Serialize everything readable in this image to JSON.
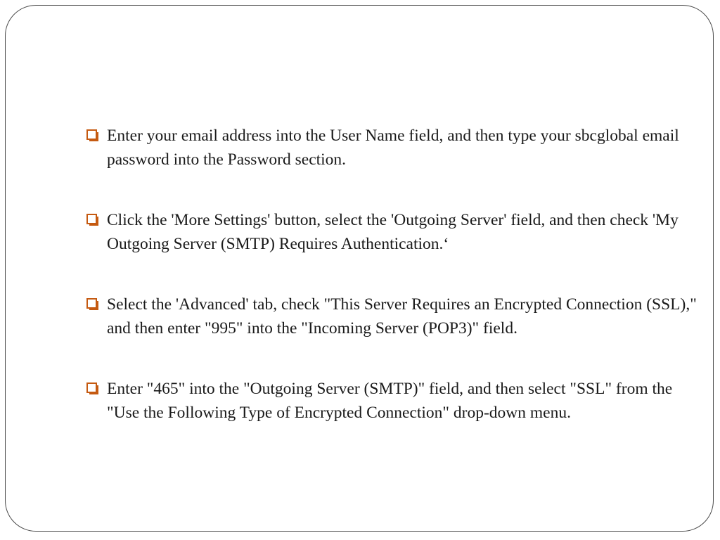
{
  "slide": {
    "accent_color": "#c55a11",
    "bullet_icon": "hollow-square-bullet",
    "bullets": [
      {
        "text": "Enter your email address into the User Name field, and then type your sbcglobal email password into the Password section."
      },
      {
        "text": "Click the 'More Settings' button, select the 'Outgoing Server' field, and then check 'My Outgoing Server (SMTP) Requires Authentication.‘"
      },
      {
        "text": "Select the 'Advanced' tab, check \"This Server Requires an Encrypted Connection (SSL),\" and then enter \"995\" into the \"Incoming Server (POP3)\" field."
      },
      {
        "text": "Enter \"465\" into the \"Outgoing Server (SMTP)\" field, and then select \"SSL\" from the \"Use the Following Type of Encrypted Connection\" drop-down menu."
      }
    ]
  }
}
